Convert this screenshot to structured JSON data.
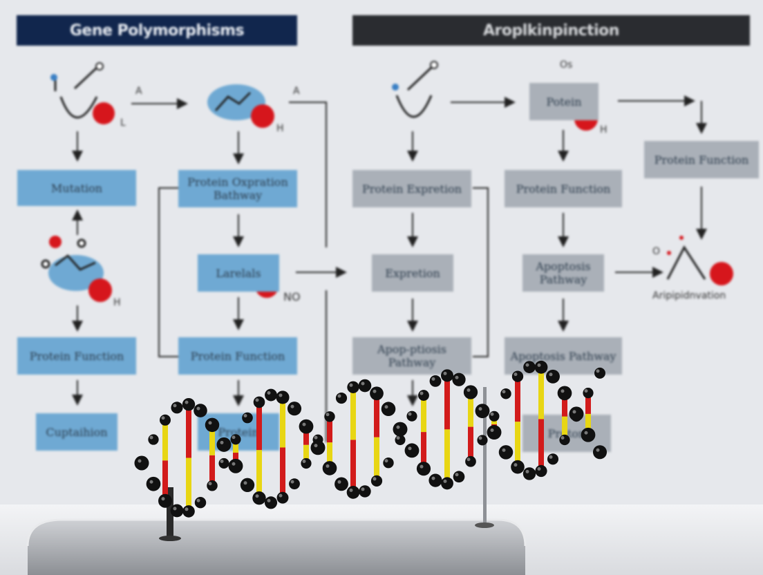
{
  "left_panel": {
    "header": "Gene Polymorphisms",
    "col1": [
      "Mutation",
      "Protein Function",
      "Cuptaihion"
    ],
    "col2": [
      "Protein Oxpration Bathway",
      "Larelals",
      "Protein Function",
      "Protein"
    ],
    "labels": {
      "a1": "A",
      "a2": "A",
      "l": "L",
      "h1": "H",
      "h2": "H",
      "no": "NO"
    }
  },
  "right_panel": {
    "header": "Aroplkinpinction",
    "col3": [
      "Protein Expretion",
      "Expretion",
      "Apop-ptiosis Pathway"
    ],
    "col4": [
      "Potein",
      "Protein Function",
      "Apoptosis Pathway",
      "Apoptosis Pathway",
      "Proton"
    ],
    "col5": [
      "Protein Function"
    ],
    "labels": {
      "h3": "H",
      "o": "O",
      "os": "Os",
      "output": "Aripipidnvation"
    }
  },
  "colors": {
    "header_left": "#11264d",
    "header_right": "#2a2c30",
    "box_blue": "#6fa9d3",
    "box_gray": "#aab0b8",
    "accent_red": "#d6161c",
    "helix_bead": "#111111",
    "base_yellow": "#e8d614",
    "base_blue": "#1b3fd0",
    "base_red": "#d21b1b",
    "base_green": "#3fb82a"
  }
}
